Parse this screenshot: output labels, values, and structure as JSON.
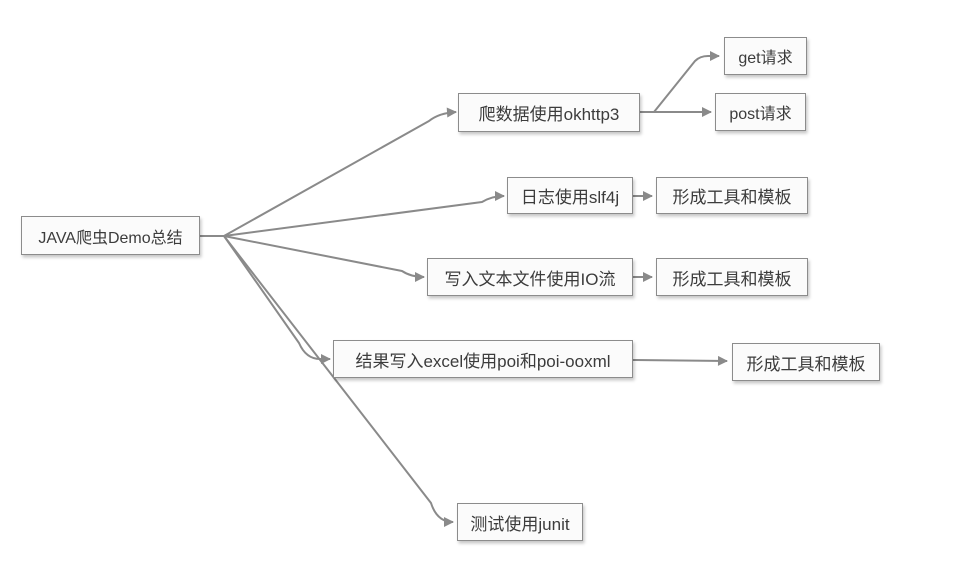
{
  "diagram": {
    "type": "mindmap-flowchart",
    "root": {
      "label": "JAVA爬虫Demo总结"
    },
    "nodes": {
      "crawl_data": {
        "label": "爬数据使用okhttp3"
      },
      "get_request": {
        "label": "get请求"
      },
      "post_request": {
        "label": "post请求"
      },
      "logging": {
        "label": "日志使用slf4j"
      },
      "logging_template": {
        "label": "形成工具和模板"
      },
      "text_file_io": {
        "label": "写入文本文件使用IO流"
      },
      "text_file_template": {
        "label": "形成工具和模板"
      },
      "excel_poi": {
        "label": "结果写入excel使用poi和poi-ooxml"
      },
      "excel_template": {
        "label": "形成工具和模板"
      },
      "testing": {
        "label": "测试使用junit"
      }
    },
    "edges": [
      {
        "from": "root",
        "to": "crawl_data"
      },
      {
        "from": "crawl_data",
        "to": "get_request"
      },
      {
        "from": "crawl_data",
        "to": "post_request"
      },
      {
        "from": "root",
        "to": "logging"
      },
      {
        "from": "logging",
        "to": "logging_template"
      },
      {
        "from": "root",
        "to": "text_file_io"
      },
      {
        "from": "text_file_io",
        "to": "text_file_template"
      },
      {
        "from": "root",
        "to": "excel_poi"
      },
      {
        "from": "excel_poi",
        "to": "excel_template"
      },
      {
        "from": "root",
        "to": "testing"
      }
    ],
    "colors": {
      "connector": "#8a8a8a",
      "node_border": "#8c8c8c",
      "node_fill": "#fbfbfb",
      "node_text": "#3c3c3c",
      "background": "#ffffff"
    }
  }
}
